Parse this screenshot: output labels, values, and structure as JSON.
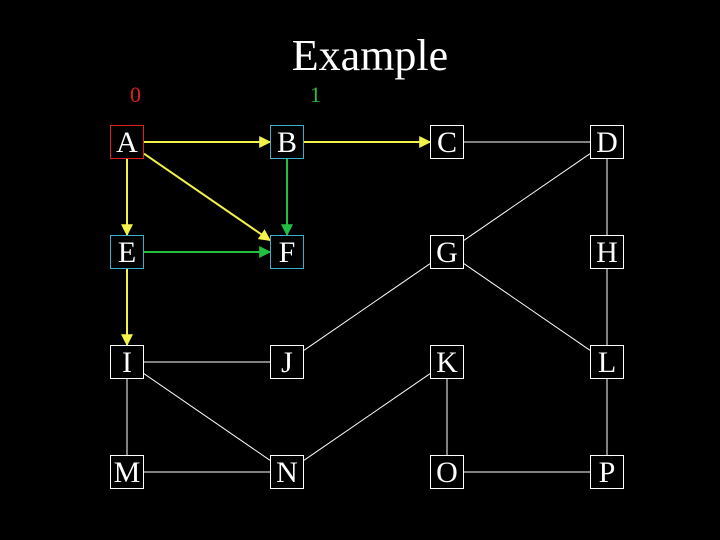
{
  "title": "Example",
  "level_labels": {
    "zero": {
      "text": "0",
      "color": "#e02020"
    },
    "one": {
      "text": "1",
      "color": "#2fb84a"
    }
  },
  "colors": {
    "edge_default": "#ffffff",
    "edge_yellow": "#f2f24a",
    "edge_green": "#22c040",
    "node_start": "#e02020",
    "node_visited": "#3bb0c8",
    "background": "#000000"
  },
  "nodes": [
    "A",
    "B",
    "C",
    "D",
    "E",
    "F",
    "G",
    "H",
    "I",
    "J",
    "K",
    "L",
    "M",
    "N",
    "O",
    "P"
  ],
  "edges": [
    {
      "from": "A",
      "to": "B",
      "color": "yellow",
      "directed": true
    },
    {
      "from": "A",
      "to": "E",
      "color": "yellow",
      "directed": true
    },
    {
      "from": "A",
      "to": "F",
      "color": "yellow",
      "directed": true
    },
    {
      "from": "B",
      "to": "C",
      "color": "yellow",
      "directed": true
    },
    {
      "from": "B",
      "to": "F",
      "color": "green",
      "directed": true
    },
    {
      "from": "E",
      "to": "F",
      "color": "green",
      "directed": true
    },
    {
      "from": "E",
      "to": "I",
      "color": "yellow",
      "directed": true
    },
    {
      "from": "C",
      "to": "D",
      "color": "white",
      "directed": false
    },
    {
      "from": "D",
      "to": "G",
      "color": "white",
      "directed": false
    },
    {
      "from": "D",
      "to": "H",
      "color": "white",
      "directed": false
    },
    {
      "from": "G",
      "to": "J",
      "color": "white",
      "directed": false
    },
    {
      "from": "G",
      "to": "L",
      "color": "white",
      "directed": false
    },
    {
      "from": "H",
      "to": "L",
      "color": "white",
      "directed": false
    },
    {
      "from": "I",
      "to": "J",
      "color": "white",
      "directed": false
    },
    {
      "from": "I",
      "to": "M",
      "color": "white",
      "directed": false
    },
    {
      "from": "I",
      "to": "N",
      "color": "white",
      "directed": false
    },
    {
      "from": "K",
      "to": "N",
      "color": "white",
      "directed": false
    },
    {
      "from": "K",
      "to": "O",
      "color": "white",
      "directed": false
    },
    {
      "from": "M",
      "to": "N",
      "color": "white",
      "directed": false
    },
    {
      "from": "O",
      "to": "P",
      "color": "white",
      "directed": false
    },
    {
      "from": "L",
      "to": "P",
      "color": "white",
      "directed": false
    }
  ],
  "node_state": {
    "A": "start",
    "B": "visited",
    "E": "visited",
    "F": "visited"
  }
}
